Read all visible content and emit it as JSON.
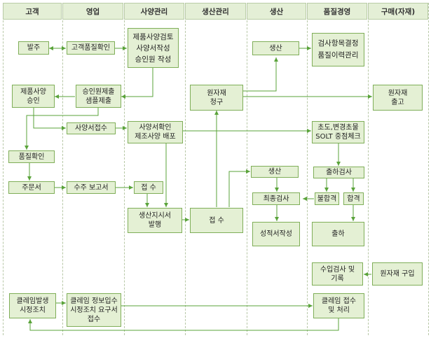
{
  "colors": {
    "lane_header": "#e4efd6",
    "box_fill": "#e4f0d4",
    "box_border": "#7fae58",
    "arrow": "#5aa33a",
    "background": "#ffffff"
  },
  "lanes": [
    "고객",
    "영업",
    "사양관리",
    "생산관리",
    "생산",
    "품질경영",
    "구매(자재)"
  ],
  "nodes": {
    "order": "발주",
    "customer_quality_check": "고객품질확인",
    "spec_review": "제품사양검토\n사양서작성\n승인원 작성",
    "production": "생산",
    "inspection_plan": "검사항목결정\n품질이력관리",
    "product_spec_approval": "제품사양\n승인",
    "approval_submit": "승인원제출\n샘플제출",
    "material_request": "원자재\n청구",
    "material_release": "원자재\n출고",
    "spec_receipt": "사양서접수",
    "spec_check": "사양서확인\n제조사양 배포",
    "initial_check": "초도,변경초물\nSOLT 중점체크",
    "quality_confirm": "품질확인",
    "shipping_inspection": "출하검사",
    "production_2": "생산",
    "final_inspection": "최종검사",
    "fail": "불합격",
    "pass": "합격",
    "purchase_order": "주문서",
    "order_report": "수주 보고서",
    "receipt_1": "접 수",
    "production_directive": "생산지시서\n발행",
    "receipt_2": "접 수",
    "report_writing": "성적서작성",
    "shipment": "출하",
    "incoming_inspection": "수입검사 및\n기록",
    "material_purchase": "원자재 구입",
    "claim_occurrence": "클레임발생\n시정조치",
    "claim_info_receipt": "클레임 정보입수\n시정조치 요구서\n접수",
    "claim_receipt": "클레임 접수\n및 처리"
  }
}
